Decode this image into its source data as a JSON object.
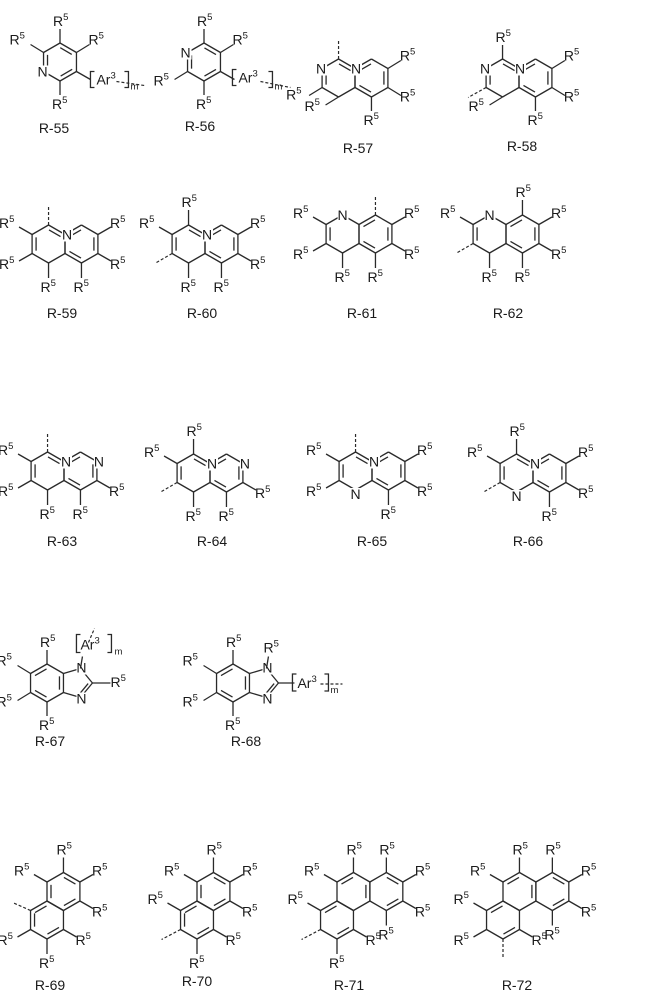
{
  "figure": {
    "substituent": {
      "R": "R",
      "R_sup": "5",
      "Ar": "Ar",
      "Ar_sup": "3",
      "index": "m",
      "N": "N"
    },
    "structures": [
      {
        "id": "R-55",
        "label": "R-55",
        "core": "pyridine",
        "link": "[Ar3]m at C3"
      },
      {
        "id": "R-56",
        "label": "R-56",
        "core": "pyridine",
        "link": "[Ar3]m at C4"
      },
      {
        "id": "R-57",
        "label": "R-57",
        "core": "quinazoline",
        "link": "C2"
      },
      {
        "id": "R-58",
        "label": "R-58",
        "core": "quinazoline",
        "link": "C4"
      },
      {
        "id": "R-59",
        "label": "R-59",
        "core": "quinoline",
        "link": "C2"
      },
      {
        "id": "R-60",
        "label": "R-60",
        "core": "quinoline",
        "link": "C4"
      },
      {
        "id": "R-61",
        "label": "R-61",
        "core": "isoquinoline",
        "link": "C1"
      },
      {
        "id": "R-62",
        "label": "R-62",
        "core": "isoquinoline",
        "link": "C4"
      },
      {
        "id": "R-63",
        "label": "R-63",
        "core": "1,8-naphthyridine",
        "link": "C2"
      },
      {
        "id": "R-64",
        "label": "R-64",
        "core": "1,8-naphthyridine",
        "link": "C4"
      },
      {
        "id": "R-65",
        "label": "R-65",
        "core": "1,5-naphthyridine",
        "link": "C2"
      },
      {
        "id": "R-66",
        "label": "R-66",
        "core": "1,5-naphthyridine",
        "link": "C4"
      },
      {
        "id": "R-67",
        "label": "R-67",
        "core": "benzimidazole",
        "link": "[Ar3]m at N1"
      },
      {
        "id": "R-68",
        "label": "R-68",
        "core": "benzimidazole",
        "link": "[Ar3]m at C2"
      },
      {
        "id": "R-69",
        "label": "R-69",
        "core": "naphthalene",
        "link": "C1"
      },
      {
        "id": "R-70",
        "label": "R-70",
        "core": "naphthalene",
        "link": "C2"
      },
      {
        "id": "R-71",
        "label": "R-71",
        "core": "phenanthrene",
        "link": "C3"
      },
      {
        "id": "R-72",
        "label": "R-72",
        "core": "phenanthrene",
        "link": "C2"
      }
    ]
  }
}
